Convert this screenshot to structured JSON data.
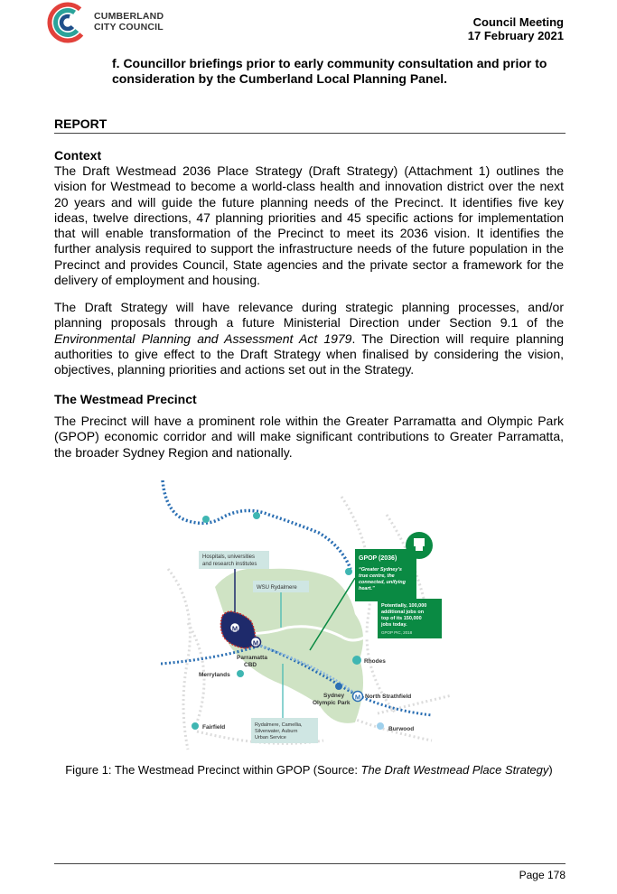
{
  "header": {
    "logo_line1": "CUMBERLAND",
    "logo_line2": "CITY COUNCIL",
    "meeting_title": "Council Meeting",
    "meeting_date": "17 February 2021"
  },
  "recommendation_item": "f. Councillor briefings prior to early community consultation and prior to consideration by the Cumberland Local Planning Panel.",
  "report_heading": "REPORT",
  "context": {
    "heading": "Context",
    "para1": "The Draft Westmead 2036 Place Strategy (Draft Strategy) (Attachment 1) outlines the vision for Westmead to become a world-class health and innovation district over the next 20 years and will guide the future planning needs of the Precinct. It identifies five key ideas, twelve directions, 47 planning priorities and 45 specific actions for implementation that will enable transformation of the Precinct to meet its 2036 vision. It identifies the further analysis required to support the infrastructure needs of the future population in the Precinct and provides Council, State agencies and the private sector a framework for the delivery of employment and housing.",
    "para2_a": "The Draft Strategy will have relevance during strategic planning processes, and/or planning proposals through a future Ministerial Direction under Section 9.1 of the ",
    "para2_italic": "Environmental Planning and Assessment Act 1979",
    "para2_b": ". The Direction will require planning authorities to give effect to the Draft Strategy when finalised by considering the vision, objectives, planning priorities and actions set out in the Strategy."
  },
  "precinct": {
    "heading": "The Westmead Precinct",
    "para": "The Precinct will have a prominent role within the Greater Parramatta and Olympic Park (GPOP) economic corridor and will make significant contributions to Greater Parramatta, the broader Sydney Region and nationally."
  },
  "map": {
    "hospitals_label_1": "Hospitals, universities",
    "hospitals_label_2": "and research institutes",
    "wsu_label": "WSU Rydalmere",
    "gpop_title": "GPOP (2036)",
    "gpop_quote_1": "“Greater Sydney’s",
    "gpop_quote_2": "true centre, the",
    "gpop_quote_3": "connected, unifying",
    "gpop_quote_4": "heart.”",
    "jobs_1": "Potentially, 100,000",
    "jobs_2": "additional jobs on",
    "jobs_3": "top of its 150,000",
    "jobs_4": "jobs today.",
    "jobs_source": "GPOP PIC, 2018",
    "parramatta_1": "Parramatta",
    "parramatta_2": "CBD",
    "merrylands": "Merrylands",
    "rhodes": "Rhodes",
    "sydney_olympic_1": "Sydney",
    "sydney_olympic_2": "Olympic Park",
    "north_strathfield": "North Strathfield",
    "fairfield": "Fairfield",
    "burwood": "Burwood",
    "urban_service_1": "Rydalmere, Camellia,",
    "urban_service_2": "Silverwater, Auburn",
    "urban_service_3": "Urban Service",
    "metro_glyph": "M"
  },
  "caption": {
    "prefix": "Figure 1: The Westmead Precinct within GPOP (Source: ",
    "italic": "The Draft Westmead Place Strategy",
    "suffix": ")"
  },
  "footer": {
    "page": "Page 178"
  },
  "colors": {
    "gpop_green": "#0a8a43",
    "map_green": "#cfe3c4",
    "precinct_navy": "#1e2a6b",
    "precinct_outline": "#c9302c",
    "rail_blue": "#2b6fb3",
    "station_teal": "#3fb6b2",
    "label_box": "#cfe6e3"
  }
}
